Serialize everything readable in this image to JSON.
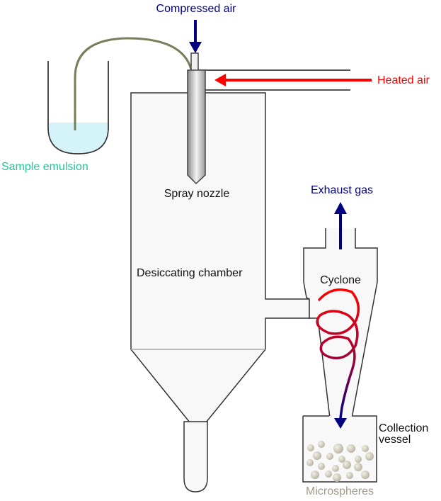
{
  "title": "Spray drying process diagram",
  "labels": {
    "compressed_air": "Compressed air",
    "heated_air": "Heated air",
    "sample_emulsion": "Sample emulsion",
    "spray_nozzle": "Spray nozzle",
    "desiccating_chamber": "Desiccating chamber",
    "exhaust_gas": "Exhaust gas",
    "cyclone": "Cyclone",
    "collection_vessel_line1": "Collection",
    "collection_vessel_line2": "vessel",
    "microspheres": "Microspheres"
  },
  "colors": {
    "compressed_air": "#000080",
    "heated_air": "#ff0000",
    "sample_emulsion": "#20c997",
    "exhaust_gas": "#000080",
    "microspheres": "#a09a88",
    "liquid": "#d4f4fa",
    "tube": "#7a7d5a",
    "vessel_fill": "#f8f8f8",
    "outline": "#333333",
    "spiral_start": "#ff0000",
    "spiral_end": "#000080"
  }
}
